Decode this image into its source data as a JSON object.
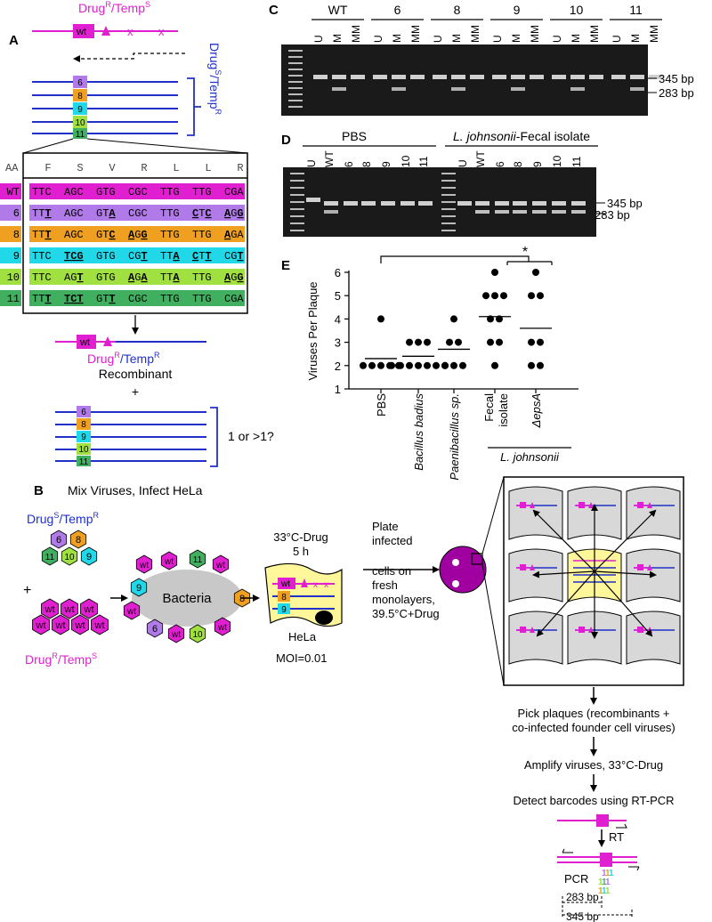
{
  "panels": {
    "A": "A",
    "B": "B",
    "C": "C",
    "D": "D",
    "E": "E"
  },
  "colors": {
    "magenta": "#e020d0",
    "blue": "#2030c8",
    "purple": "#b07ae8",
    "orange": "#f0a020",
    "cyan": "#20d8e8",
    "green": "#a0e040",
    "darkgreen": "#40b060",
    "grey": "#d8d8d8",
    "yellow": "#fff79a",
    "plate": "#a000a0"
  },
  "panel_a": {
    "drug_r": "Drug",
    "drug_r_sup": "R",
    "slash": "/Temp",
    "temp_s_sup": "S",
    "wt": "wt",
    "x": "x",
    "barcodes": [
      "6",
      "8",
      "9",
      "10",
      "11"
    ],
    "drug_s_temp_r": {
      "drug": "Drug",
      "s": "S",
      "temp": "/Temp",
      "r": "R"
    },
    "aa_header": "AA",
    "amino_acids": [
      "F",
      "S",
      "V",
      "R",
      "L",
      "L",
      "R"
    ],
    "rows": [
      {
        "label": "WT",
        "seq": "TTCAGCGTGCGCTTGTTGCGA"
      },
      {
        "label": "6",
        "seq": "TTTAGCGTACGCTTGCTCAGG"
      },
      {
        "label": "8",
        "seq": "TTTAGCGTCAGGTTGTTGAGA"
      },
      {
        "label": "9",
        "seq": "TTCTCGGTGCGTTTACTTCGT"
      },
      {
        "label": "10",
        "seq": "TTCAGTGTGAGATTATTGAGG"
      },
      {
        "label": "11",
        "seq": "TTTTCTGTTCGCTTGTTGCGA"
      }
    ],
    "recombinant_label": "Recombinant",
    "recombinant_drug": {
      "drug": "Drug",
      "r": "R",
      "temp": "/Temp",
      "r2": "R"
    },
    "plus": "+",
    "question": "1 or >1?"
  },
  "panel_b": {
    "title": "Mix Viruses, Infect HeLa",
    "drug_s_temp_r": {
      "drug": "Drug",
      "s": "S",
      "temp": "/Temp",
      "r": "R"
    },
    "drug_r_temp_s": {
      "drug": "Drug",
      "r": "R",
      "temp": "/Temp",
      "s": "S"
    },
    "plus": "+",
    "bacteria": "Bacteria",
    "wt": "wt",
    "temp_drug": "33°C-Drug",
    "hours": "5 h",
    "hela": "HeLa",
    "moi": "MOI=0.01",
    "plate_text": [
      "Plate",
      "infected",
      "cells on",
      "fresh",
      "monolayers,",
      "39.5°C+Drug"
    ],
    "steps": [
      "Pick plaques (recombinants +",
      "co-infected founder cell viruses)",
      "Amplify viruses, 33°C-Drug",
      "Detect barcodes using RT-PCR"
    ],
    "rt": "RT",
    "pcr": "PCR",
    "bp283": "283 bp",
    "bp345": "345 bp"
  },
  "panel_c": {
    "groups": [
      "WT",
      "6",
      "8",
      "9",
      "10",
      "11"
    ],
    "lanes": [
      "U",
      "M",
      "MM"
    ],
    "band_345": "345 bp",
    "band_283": "283 bp"
  },
  "panel_d": {
    "group1": "PBS",
    "group2_italic": "L. johnsonii",
    "group2_rest": "-Fecal isolate",
    "lanes": [
      "U",
      "WT",
      "6",
      "8",
      "9",
      "10",
      "11"
    ],
    "band_345": "345 bp",
    "band_283": "283 bp"
  },
  "chart_data": {
    "type": "scatter",
    "ylabel": "Viruses Per Plaque",
    "ylim": [
      1,
      6
    ],
    "yticks": [
      1,
      2,
      3,
      4,
      5,
      6
    ],
    "categories": [
      "PBS",
      "Bacillus badius",
      "Paenibacillus sp.",
      "Fecal isolate",
      "ΔepsA"
    ],
    "group_label": "L. johnsonii",
    "significance": "*",
    "series": [
      {
        "category": "PBS",
        "values": [
          2,
          2,
          2,
          2,
          2,
          4
        ],
        "mean": 2.3
      },
      {
        "category": "Bacillus badius",
        "values": [
          2,
          2,
          2,
          2,
          2,
          2,
          2,
          3,
          3,
          3
        ],
        "mean": 2.4
      },
      {
        "category": "Paenibacillus sp.",
        "values": [
          2,
          2,
          2,
          3,
          3,
          4
        ],
        "mean": 2.7
      },
      {
        "category": "Fecal isolate",
        "values": [
          2,
          3,
          3,
          4,
          4,
          5,
          5,
          5,
          6
        ],
        "mean": 4.1
      },
      {
        "category": "ΔepsA",
        "values": [
          2,
          2,
          3,
          3,
          5,
          5,
          6
        ],
        "mean": 3.6
      }
    ]
  }
}
